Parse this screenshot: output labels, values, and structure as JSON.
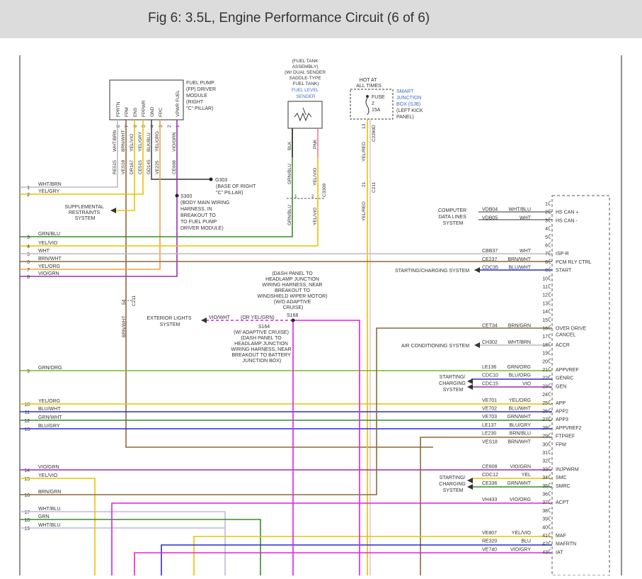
{
  "header": {
    "title": "Fig 6: 3.5L, Engine Performance Circuit (6 of 6)"
  },
  "colors": {
    "header_bg": "#dcdcdc",
    "wire_purple": "#9b2fae",
    "wire_green": "#3a8a2a",
    "wire_yellow": "#e8c200",
    "wire_blue": "#2b2bd4",
    "wire_magenta": "#e020e0",
    "wire_brown": "#8a6a3a",
    "wire_gray": "#bbbbbb",
    "wire_orange": "#f0a040",
    "wire_pink": "#f07aa0"
  },
  "fp_module": {
    "label": [
      "FUEL PUMP",
      "(FP) DRIVER",
      "MODULE",
      "(RIGHT",
      "\"C\" PILLAR)"
    ],
    "pins": [
      {
        "name": "FPRTN",
        "num": "8",
        "color": "WHT/BRN",
        "circuit": "RE515"
      },
      {
        "name": "FPM",
        "num": "7",
        "color": "BRN/WHT",
        "circuit": "VES18"
      },
      {
        "name": "ENS",
        "num": "6",
        "color": "YEL/VIO",
        "circuit": "DR167"
      },
      {
        "name": "FPPWR",
        "num": "5",
        "color": "YEL/GRY",
        "circuit": "CE515"
      },
      {
        "name": "GND",
        "num": "4",
        "color": "BLK/BLU",
        "circuit": "GD145"
      },
      {
        "name": "FPC",
        "num": "3",
        "color": "YEL/ORG",
        "circuit": "VE225"
      },
      {
        "name": "",
        "num": "2",
        "color": "",
        "circuit": ""
      },
      {
        "name": "VPWR FUEL",
        "num": "1",
        "color": "VIO/GRN",
        "circuit": "CE608"
      }
    ]
  },
  "ground": {
    "id": "G303",
    "label": [
      "(BASE OF RIGHT",
      "\"C\" PILLAR)"
    ]
  },
  "splice_s300": {
    "id": "S300",
    "label": [
      "(BODY MAIN WIRING",
      "HARNESS, IN",
      "BREAKOUT TO",
      "TO FUEL PUMP",
      "DRIVER MODULE)"
    ]
  },
  "srs": {
    "label": [
      "SUPPLEMENTAL",
      "RESTRAINTS",
      "SYSTEM"
    ]
  },
  "fuel_tank": {
    "label": [
      "(FUEL TANK",
      "ASSEMBLY)",
      "(W/ DUAL SENDER",
      "SADDLE-TYPE",
      "FUEL TANK)"
    ],
    "sender_label": [
      "FUEL LEVEL",
      "SENDER"
    ],
    "wire_blk": "BLK",
    "wire_pnk": "PNK",
    "wire_grnblu": "GRN/BLU",
    "wire_yelvio": "YEL/VIO",
    "pin1": "1",
    "pin2": "2",
    "connector": "C3309"
  },
  "sjb": {
    "hot": [
      "HOT AT",
      "ALL TIMES"
    ],
    "label": [
      "SMART",
      "JUNCTION",
      "BOX (SJB)"
    ],
    "sub": [
      "(LEFT KICK",
      "PANEL)"
    ],
    "fuse": [
      "FUSE",
      "2",
      "15A"
    ],
    "pin": "13",
    "connector": "C2280D",
    "wire": "YEL/RED",
    "pin2": "21",
    "connector2": "C211"
  },
  "left_wires": [
    {
      "num": "1",
      "color": "WHT/BRN"
    },
    {
      "num": "2",
      "color": "YEL/GRY"
    },
    {
      "num": "3",
      "color": "GRN/BLU"
    },
    {
      "num": "4",
      "color": "YEL/VIO"
    },
    {
      "num": "5",
      "color": "WHT"
    },
    {
      "num": "6",
      "color": "BRN/WHT"
    },
    {
      "num": "7",
      "color": "YEL/ORG"
    },
    {
      "num": "8",
      "color": "VIO/GRN"
    },
    {
      "num": "9",
      "color": "GRN/ORG"
    },
    {
      "num": "10",
      "color": "YEL/ORG"
    },
    {
      "num": "11",
      "color": "BLU/WHT"
    },
    {
      "num": "12",
      "color": "GRN/WHT"
    },
    {
      "num": "13",
      "color": "BLU/GRY"
    },
    {
      "num": "14",
      "color": "VIO/GRN"
    },
    {
      "num": "15",
      "color": "YEL/VIO"
    },
    {
      "num": "16",
      "color": "BRN/GRN"
    },
    {
      "num": "17",
      "color": "WHT/BLU"
    },
    {
      "num": "18",
      "color": "GRN"
    },
    {
      "num": "19",
      "color": "WHT/BLU"
    }
  ],
  "pcm_pins": [
    {
      "num": "1",
      "circuit": "",
      "color": "",
      "func": ""
    },
    {
      "num": "2",
      "circuit": "VDB04",
      "color": "WHT/BLU",
      "func": "HS CAN +"
    },
    {
      "num": "3",
      "circuit": "VDB05",
      "color": "WHT",
      "func": "HS CAN -"
    },
    {
      "num": "4",
      "circuit": "",
      "color": "",
      "func": ""
    },
    {
      "num": "5",
      "circuit": "",
      "color": "",
      "func": ""
    },
    {
      "num": "6",
      "circuit": "",
      "color": "",
      "func": ""
    },
    {
      "num": "7",
      "circuit": "CBB37",
      "color": "WHT",
      "func": "ISP-R"
    },
    {
      "num": "8",
      "circuit": "CE237",
      "color": "BRN/WHT",
      "func": "PCM RLY CTRL"
    },
    {
      "num": "9",
      "circuit": "CDC35",
      "color": "BLU/WHT",
      "func": "START"
    },
    {
      "num": "10",
      "circuit": "",
      "color": "",
      "func": ""
    },
    {
      "num": "11",
      "circuit": "",
      "color": "",
      "func": ""
    },
    {
      "num": "12",
      "circuit": "",
      "color": "",
      "func": ""
    },
    {
      "num": "13",
      "circuit": "",
      "color": "",
      "func": ""
    },
    {
      "num": "14",
      "circuit": "",
      "color": "",
      "func": ""
    },
    {
      "num": "15",
      "circuit": "",
      "color": "",
      "func": ""
    },
    {
      "num": "16",
      "circuit": "CET34",
      "color": "BRN/GRN",
      "func": "OVER DRIVE"
    },
    {
      "num": "17",
      "circuit": "",
      "color": "",
      "func": ""
    },
    {
      "num": "18",
      "circuit": "CH302",
      "color": "WHT/BRN",
      "func": "ACCR"
    },
    {
      "num": "19",
      "circuit": "",
      "color": "",
      "func": ""
    },
    {
      "num": "20",
      "circuit": "",
      "color": "",
      "func": ""
    },
    {
      "num": "21",
      "circuit": "LE136",
      "color": "GRN/ORG",
      "func": "APPVREF"
    },
    {
      "num": "22",
      "circuit": "CDC10",
      "color": "BLU/ORG",
      "func": "GENRC"
    },
    {
      "num": "23",
      "circuit": "CDC15",
      "color": "VIO",
      "func": "GEN"
    },
    {
      "num": "24",
      "circuit": "",
      "color": "",
      "func": ""
    },
    {
      "num": "25",
      "circuit": "VE701",
      "color": "YEL/ORG",
      "func": "APP"
    },
    {
      "num": "26",
      "circuit": "VE702",
      "color": "BLU/WHT",
      "func": "APP2"
    },
    {
      "num": "27",
      "circuit": "VE703",
      "color": "GRN/WHT",
      "func": "APP3"
    },
    {
      "num": "28",
      "circuit": "LE137",
      "color": "BLU/GRY",
      "func": "APPVREF2"
    },
    {
      "num": "29",
      "circuit": "LE230",
      "color": "BRN/BLU",
      "func": "FTPREF"
    },
    {
      "num": "30",
      "circuit": "VES18",
      "color": "BRN/WHT",
      "func": "FPM"
    },
    {
      "num": "31",
      "circuit": "",
      "color": "",
      "func": ""
    },
    {
      "num": "32",
      "circuit": "",
      "color": "",
      "func": ""
    },
    {
      "num": "33",
      "circuit": "CE608",
      "color": "VIO/GRN",
      "func": "INJPWRM"
    },
    {
      "num": "34",
      "circuit": "CDC12",
      "color": "YEL",
      "func": "SMC"
    },
    {
      "num": "35",
      "circuit": "CE336",
      "color": "GRN/WHT",
      "func": "SMRC"
    },
    {
      "num": "36",
      "circuit": "",
      "color": "",
      "func": ""
    },
    {
      "num": "37",
      "circuit": "VH433",
      "color": "VIO/ORG",
      "func": "ACPT"
    },
    {
      "num": "38",
      "circuit": "",
      "color": "",
      "func": ""
    },
    {
      "num": "39",
      "circuit": "",
      "color": "",
      "func": ""
    },
    {
      "num": "40",
      "circuit": "",
      "color": "",
      "func": ""
    },
    {
      "num": "41",
      "circuit": "VE807",
      "color": "YEL/VIO",
      "func": "MAF"
    },
    {
      "num": "42",
      "circuit": "RE320",
      "color": "BLU",
      "func": "MAFRTN"
    },
    {
      "num": "43",
      "circuit": "VE740",
      "color": "VIO/GRY",
      "func": "IAT"
    }
  ],
  "pcm_func_extra": {
    "pin16": "CANCEL"
  },
  "side_labels": {
    "computer": [
      "COMPUTER",
      "DATA LINES",
      "SYSTEM"
    ],
    "start_sys": "STARTING/CHARGING SYSTEM",
    "ac_sys": "AIR CONDITIONING SYSTEM",
    "sc1": [
      "STARTING/",
      "CHARGING",
      "SYSTEM"
    ],
    "sc2": [
      "STARTING/",
      "CHARGING",
      "SYSTEM"
    ]
  },
  "middle": {
    "s168_desc": [
      "(DASH PANEL TO",
      "HEADLAMP JUNCTION",
      "WIRING HARNESS, NEAR",
      "BREAKOUT TO",
      "WINDSHIELD WIPER MOTOR)",
      "(W/O ADAPTIVE",
      "CRUISE)"
    ],
    "s168": "S168",
    "s164": "S164",
    "s164_desc": [
      "(W/ ADAPTIVE CRUISE)",
      "(DASH PANEL TO",
      "HEADLAMP JUNCTION",
      "WIRING HARNESS, NEAR",
      "BREAKOUT TO BATTERY",
      "JUNCTION BOX)"
    ],
    "ext_lights": [
      "EXTERIOR LIGHTS",
      "SYSTEM"
    ],
    "vio_wht": "VIO/WHT",
    "or_yel_grn": "(OR YEL/GRN)",
    "brn_wht": "BRN/WHT",
    "c211_pin": "54",
    "c211": "C211"
  }
}
